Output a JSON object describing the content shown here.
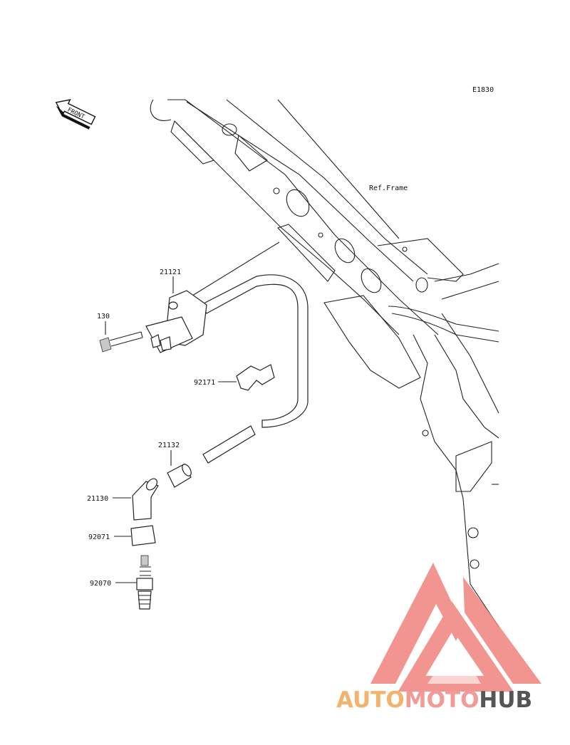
{
  "diagram_code": "E1830",
  "direction_label": "FRONT",
  "ref_label": "Ref.Frame",
  "parts": [
    {
      "number": "21121"
    },
    {
      "number": "130"
    },
    {
      "number": "92171"
    },
    {
      "number": "21132"
    },
    {
      "number": "21130"
    },
    {
      "number": "92071"
    },
    {
      "number": "92070"
    }
  ],
  "watermark": {
    "word1": "AUTO",
    "word2": "MOTO",
    "word3": "HUB",
    "color1": "#f4b36c",
    "color2": "#f39a97",
    "color3": "#555555",
    "logo_color": "#f0837e"
  }
}
